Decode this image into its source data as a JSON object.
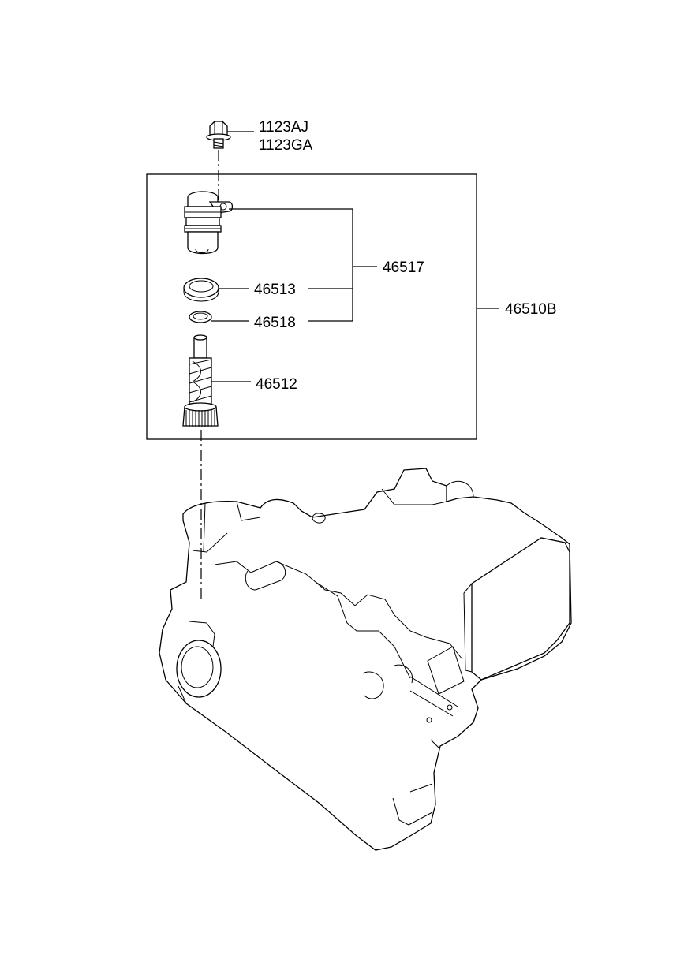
{
  "labels": {
    "bolt_1": "1123AJ",
    "bolt_2": "1123GA",
    "assembly": "46510B",
    "sensor_group": "46517",
    "o_ring_large": "46513",
    "o_ring_small": "46518",
    "driven_gear": "46512"
  }
}
